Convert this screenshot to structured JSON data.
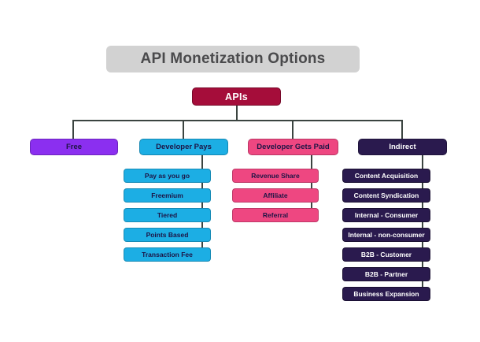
{
  "title": "API Monetization Options",
  "palette": {
    "background": "#ffffff",
    "title_bg": "#d2d2d2",
    "title_text": "#4a4a4c",
    "root_bg": "#a50d3a",
    "purple": "#8b2ff0",
    "cyan": "#1caee4",
    "pink": "#ee4781",
    "navy": "#2a1a4e",
    "dark_text": "#1d1445",
    "line": "#3b4440"
  },
  "tree": {
    "root": {
      "label": "APIs"
    },
    "branches": [
      {
        "label": "Free",
        "children": []
      },
      {
        "label": "Developer Pays",
        "children": [
          "Pay as you go",
          "Freemium",
          "Tiered",
          "Points Based",
          "Transaction Fee"
        ]
      },
      {
        "label": "Developer Gets Paid",
        "children": [
          "Revenue Share",
          "Affiliate",
          "Referral"
        ]
      },
      {
        "label": "Indirect",
        "children": [
          "Content Acquisition",
          "Content Syndication",
          "Internal - Consumer",
          "Internal - non-consumer",
          "B2B - Customer",
          "B2B - Partner",
          "Business Expansion"
        ]
      }
    ]
  }
}
